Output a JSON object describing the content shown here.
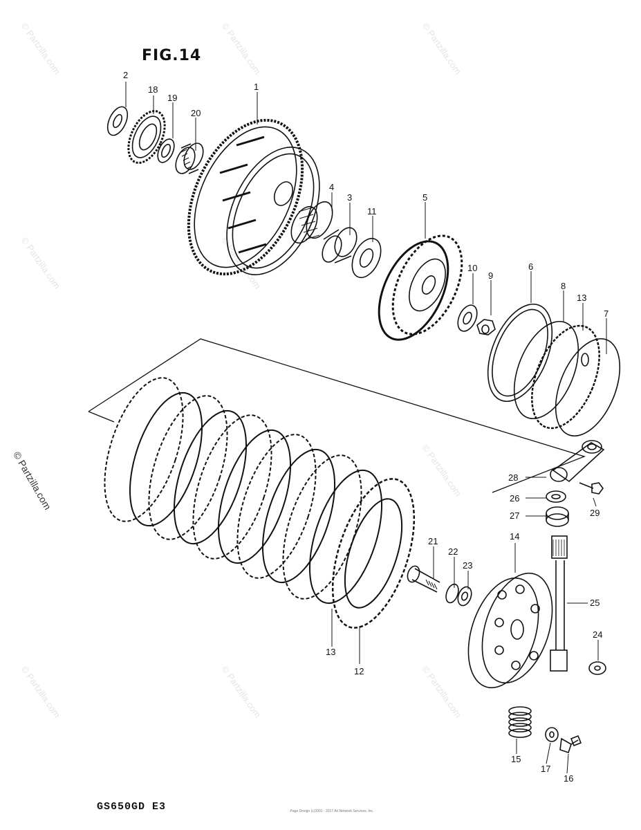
{
  "figure": {
    "title": "FIG.14",
    "model": "GS650GD E3"
  },
  "copyright": "© Partzilla.com",
  "watermark": "© Partzilla.com",
  "footer_small": [
    "Page Design (c)2001 - 2017 Ari Network Services, Inc."
  ],
  "callouts": [
    "1",
    "2",
    "3",
    "4",
    "5",
    "6",
    "7",
    "8",
    "9",
    "10",
    "11",
    "12",
    "13",
    "13",
    "14",
    "15",
    "16",
    "17",
    "18",
    "19",
    "20",
    "21",
    "22",
    "23",
    "24",
    "25",
    "26",
    "27",
    "28",
    "29"
  ]
}
